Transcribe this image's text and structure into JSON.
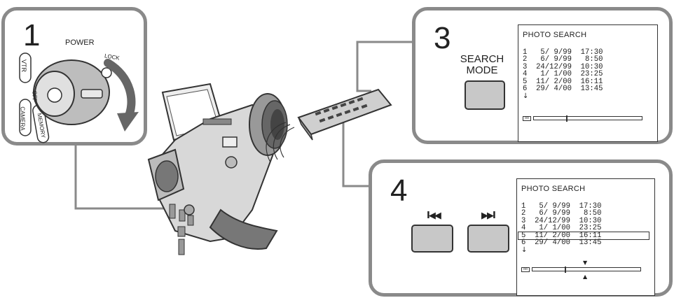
{
  "steps": [
    {
      "number": "1"
    },
    {
      "number": "3"
    },
    {
      "number": "4"
    }
  ],
  "switch_labels": {
    "power": "POWER",
    "lock": "LOCK",
    "vtr": "VTR",
    "off": "OFF",
    "camera": "CAMERA",
    "memory": "MEMORY"
  },
  "step3": {
    "button_label_line1": "SEARCH",
    "button_label_line2": "MODE"
  },
  "step4": {
    "prev_label": "I◀◀",
    "next_label": "▶▶I"
  },
  "screen": {
    "title": "PHOTO SEARCH",
    "rows": [
      "1   5/ 9/99  17:30",
      "2   6/ 9/99   8:50",
      "3  24/12/99  10:30",
      "4   1/ 1/00  23:25",
      "5  11/ 2/00  16:11",
      "6  29/ 4/00  13:45"
    ],
    "more_arrow": "↓",
    "selected_row": 4
  },
  "colors": {
    "frame": "#8a8a8a",
    "button_fill": "#c8c8c8",
    "ink": "#222222"
  },
  "icons": [
    "camcorder-icon",
    "remote-control-icon",
    "power-switch-icon",
    "curved-arrow-icon",
    "cassette-icon"
  ]
}
